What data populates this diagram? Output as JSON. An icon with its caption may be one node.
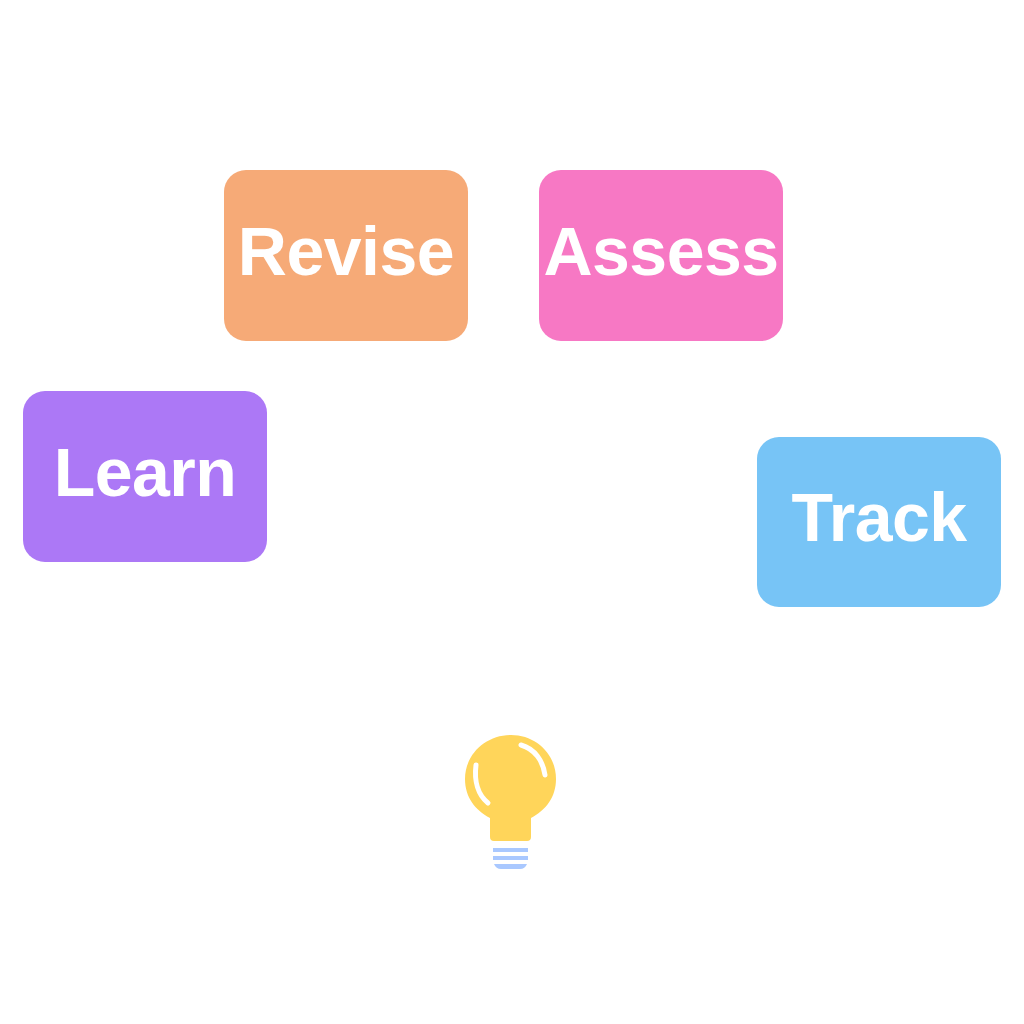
{
  "diagram": {
    "nodes": [
      {
        "text": [
          "Learn"
        ]
      },
      {
        "text": [
          "Revise"
        ]
      },
      {
        "text": [
          "Assess"
        ]
      },
      {
        "text": [
          "Track"
        ]
      }
    ]
  }
}
